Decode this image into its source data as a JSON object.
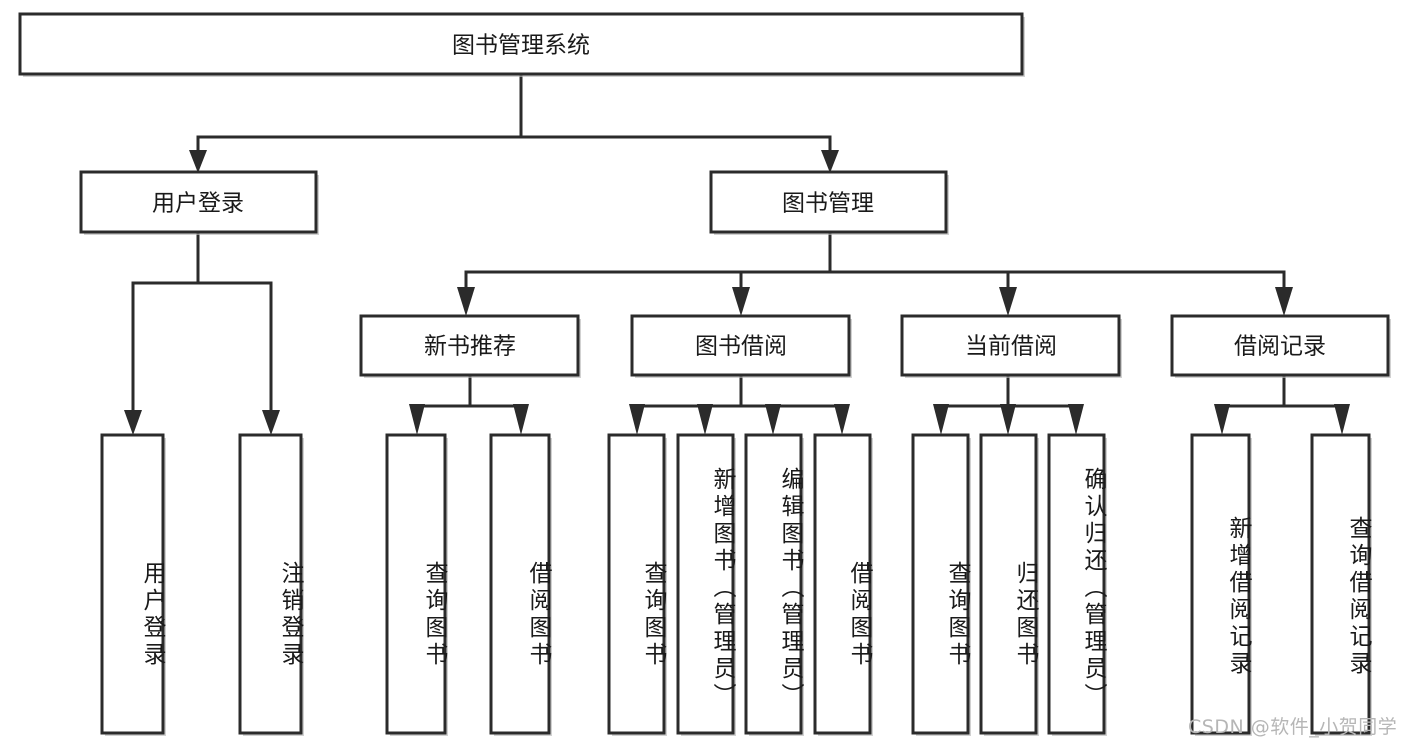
{
  "diagram": {
    "title": "图书管理系统",
    "type": "tree-hierarchy-diagram",
    "watermark": "CSDN @软件_小贺同学",
    "colors": {
      "box_fill": "#ffffff",
      "box_stroke": "#2b2b2b",
      "text": "#1a1a1a",
      "watermark": "#b6b6b6",
      "background": "#ffffff"
    },
    "levels": {
      "root": {
        "label": "图书管理系统",
        "orientation": "horizontal"
      },
      "level2": [
        {
          "id": "user-login",
          "label": "用户登录",
          "orientation": "horizontal"
        },
        {
          "id": "book-management",
          "label": "图书管理",
          "orientation": "horizontal"
        }
      ],
      "level3": [
        {
          "id": "new-book-recommend",
          "label": "新书推荐",
          "orientation": "horizontal"
        },
        {
          "id": "book-borrow",
          "label": "图书借阅",
          "orientation": "horizontal"
        },
        {
          "id": "current-borrow",
          "label": "当前借阅",
          "orientation": "horizontal"
        },
        {
          "id": "borrow-record",
          "label": "借阅记录",
          "orientation": "horizontal"
        }
      ],
      "leaves": [
        {
          "id": "leaf-user-login",
          "label": "用户登录",
          "parent": "user-login",
          "orientation": "vertical"
        },
        {
          "id": "leaf-logout-login",
          "label": "注销登录",
          "parent": "user-login",
          "orientation": "vertical"
        },
        {
          "id": "leaf-query-book-1",
          "label": "查询图书",
          "parent": "new-book-recommend",
          "orientation": "vertical"
        },
        {
          "id": "leaf-borrow-book-1",
          "label": "借阅图书",
          "parent": "new-book-recommend",
          "orientation": "vertical"
        },
        {
          "id": "leaf-query-book-2",
          "label": "查询图书",
          "parent": "book-borrow",
          "orientation": "vertical"
        },
        {
          "id": "leaf-add-book",
          "label": "新增图书（管理员）",
          "parent": "book-borrow",
          "orientation": "vertical"
        },
        {
          "id": "leaf-edit-book",
          "label": "编辑图书（管理员）",
          "parent": "book-borrow",
          "orientation": "vertical"
        },
        {
          "id": "leaf-borrow-book-2",
          "label": "借阅图书",
          "parent": "book-borrow",
          "orientation": "vertical"
        },
        {
          "id": "leaf-query-book-3",
          "label": "查询图书",
          "parent": "current-borrow",
          "orientation": "vertical"
        },
        {
          "id": "leaf-return-book",
          "label": "归还图书",
          "parent": "current-borrow",
          "orientation": "vertical"
        },
        {
          "id": "leaf-confirm-return",
          "label": "确认归还（管理员）",
          "parent": "current-borrow",
          "orientation": "vertical"
        },
        {
          "id": "leaf-add-record",
          "label": "新增借阅记录",
          "parent": "borrow-record",
          "orientation": "vertical"
        },
        {
          "id": "leaf-query-record",
          "label": "查询借阅记录",
          "parent": "borrow-record",
          "orientation": "vertical"
        }
      ]
    }
  }
}
